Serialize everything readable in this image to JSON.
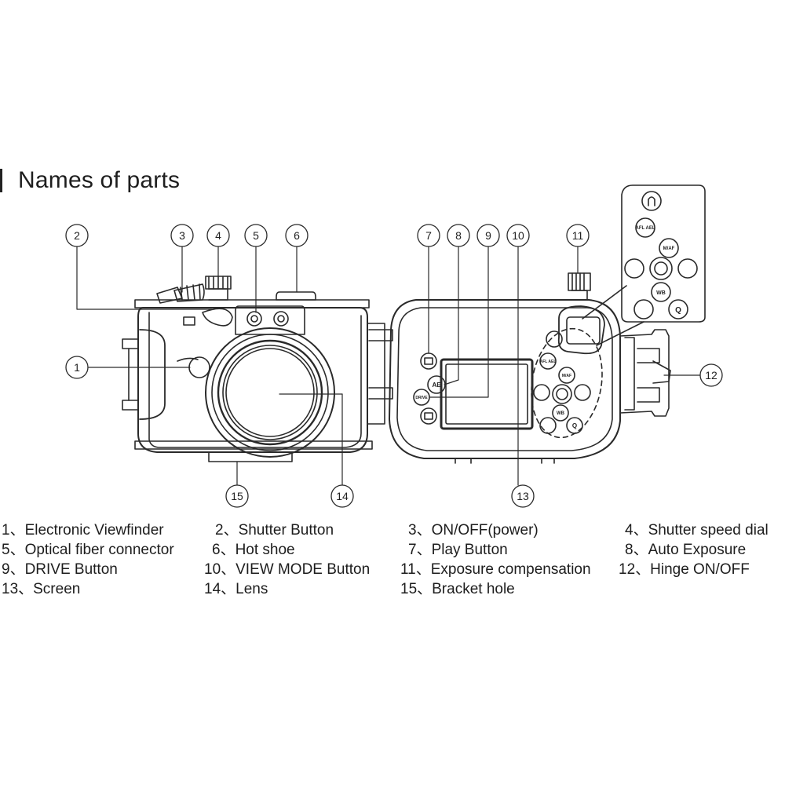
{
  "heading": "Names of parts",
  "callout_numbers": [
    "1",
    "2",
    "3",
    "4",
    "5",
    "6",
    "7",
    "8",
    "9",
    "10",
    "11",
    "12",
    "13",
    "14",
    "15"
  ],
  "button_labels": {
    "ae": "AE",
    "drive": "DRIVE",
    "afl_ael": "AFL AEL",
    "mf_af": "M/AF",
    "wb": "WB",
    "q": "Q"
  },
  "legend": [
    "1、Electronic Viewfinder",
    "2、Shutter Button",
    "3、ON/OFF(power)",
    "4、Shutter speed dial",
    "5、Optical fiber connector",
    "6、Hot shoe",
    "7、Play Button",
    "8、Auto Exposure",
    "9、DRIVE Button",
    "10、VIEW MODE Button",
    "11、Exposure compensation",
    "12、Hinge ON/OFF",
    "13、Screen",
    "14、Lens",
    "15、Bracket hole"
  ]
}
